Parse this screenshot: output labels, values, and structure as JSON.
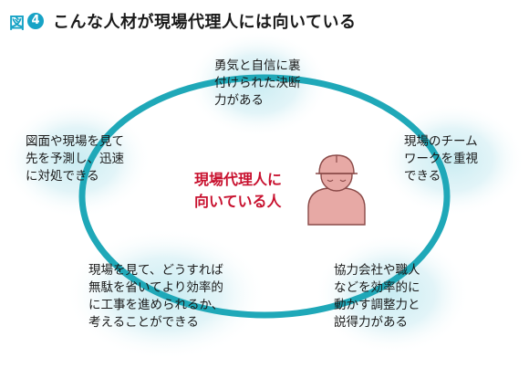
{
  "header": {
    "figure_label": "図",
    "figure_number": "4",
    "title": "こんな人材が現場代理人には向いている"
  },
  "center": {
    "line1": "現場代理人に",
    "line2": "向いている人",
    "person_icon": "worker-with-helmet-icon"
  },
  "nodes": {
    "top": [
      "勇気と自信に裏",
      "付けられた決断",
      "力がある"
    ],
    "right": [
      "現場のチーム",
      "ワークを重視",
      "できる"
    ],
    "bottom_right": [
      "協力会社や職人",
      "などを効率的に",
      "動かす調整力と",
      "説得力がある"
    ],
    "bottom_left": [
      "現場を見て、どうすれば",
      "無駄を省いてより効率的",
      "に工事を進められるか、",
      "考えることができる"
    ],
    "left": [
      "図面や現場を見て",
      "先を予測し、迅速",
      "に対処できる"
    ]
  },
  "colors": {
    "accent": "#17a3c6",
    "ring": "#1fa8b8",
    "center_text": "#c8102e",
    "person": "#e7a9a5",
    "person_outline": "#8a4a48"
  }
}
